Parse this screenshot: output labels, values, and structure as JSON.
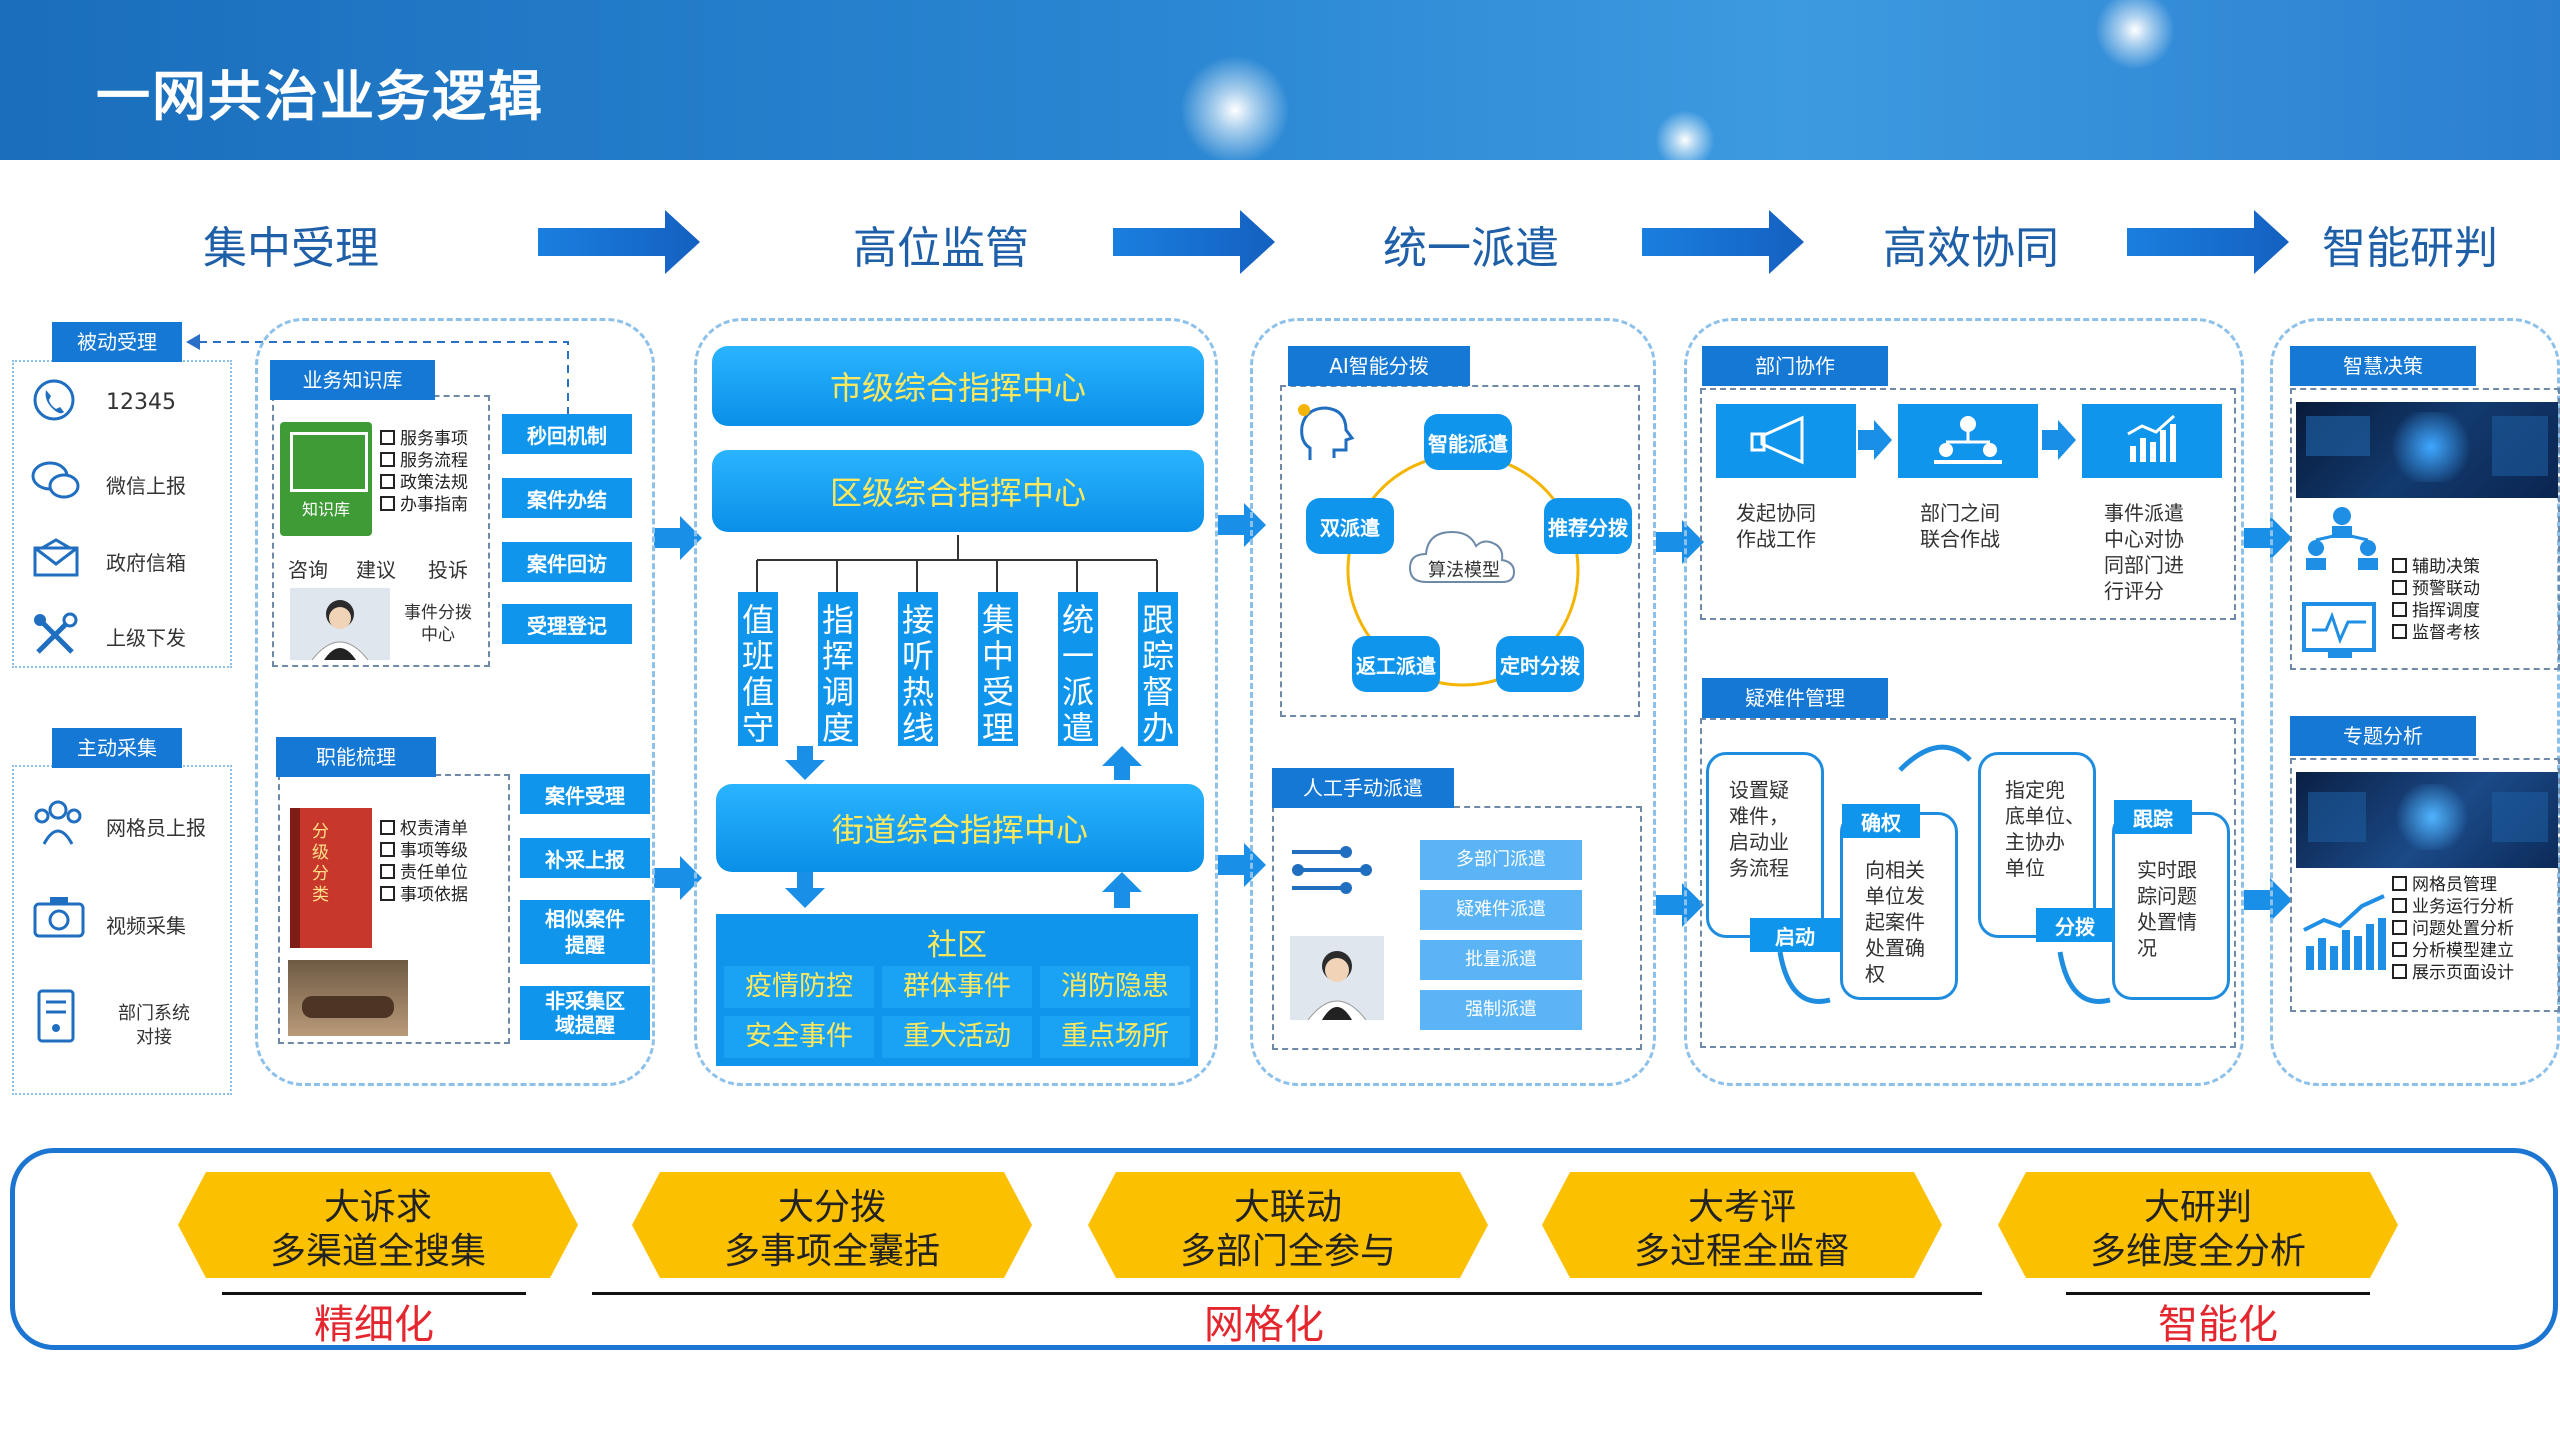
{
  "header": {
    "title": "一网共治业务逻辑"
  },
  "stages": [
    "集中受理",
    "高位监管",
    "统一派遣",
    "高效协同",
    "智能研判"
  ],
  "col1": {
    "passive_tag": "被动受理",
    "passive_items": [
      "12345",
      "微信上报",
      "政府信箱",
      "上级下发"
    ],
    "active_tag": "主动采集",
    "active_items": [
      "网格员上报",
      "视频采集",
      "部门系统\n对接"
    ],
    "kb_tag": "业务知识库",
    "kb_book": "知识库",
    "kb_list": [
      "服务事项",
      "服务流程",
      "政策法规",
      "办事指南"
    ],
    "kb_actions": [
      "咨询",
      "建议",
      "投诉"
    ],
    "kb_center": "事件分拨\n中心",
    "kb_buttons": [
      "秒回机制",
      "案件办结",
      "案件回访",
      "受理登记"
    ],
    "duty_tag": "职能梳理",
    "duty_book": "分级分类",
    "duty_list": [
      "权责清单",
      "事项等级",
      "责任单位",
      "事项依据"
    ],
    "duty_buttons": [
      "案件受理",
      "补采上报",
      "相似案件\n提醒",
      "非采集区\n域提醒"
    ]
  },
  "col2": {
    "city": "市级综合指挥中心",
    "district": "区级综合指挥中心",
    "columns": [
      "值班值守",
      "指挥调度",
      "接听热线",
      "集中受理",
      "统一派遣",
      "跟踪督办"
    ],
    "street": "街道综合指挥中心",
    "community": "社区",
    "community_items": [
      "疫情防控",
      "群体事件",
      "消防隐患",
      "安全事件",
      "重大活动",
      "重点场所"
    ]
  },
  "col3": {
    "ai_tag": "AI智能分拨",
    "ai_nodes": [
      "智能派遣",
      "推荐分拨",
      "定时分拨",
      "返工派遣",
      "双派遣"
    ],
    "ai_center": "算法模型",
    "manual_tag": "人工手动派遣",
    "manual_items": [
      "多部门派遣",
      "疑难件派遣",
      "批量派遣",
      "强制派遣"
    ]
  },
  "col4": {
    "coop_tag": "部门协作",
    "coop_captions": [
      "发起协同\n作战工作",
      "部门之间\n联合作战",
      "事件派遣\n中心对协\n同部门进\n行评分"
    ],
    "hard_tag": "疑难件管理",
    "hard_boxes": [
      "设置疑\n难件，\n启动业\n务流程",
      "向相关\n单位发\n起案件\n处置确\n权",
      "指定兜\n底单位、\n主协办\n单位",
      "实时跟\n踪问题\n处置情\n况"
    ],
    "hard_labels": [
      "启动",
      "确权",
      "分拨",
      "跟踪"
    ]
  },
  "col5": {
    "decision_tag": "智慧决策",
    "decision_list": [
      "辅助决策",
      "预警联动",
      "指挥调度",
      "监督考核"
    ],
    "analysis_tag": "专题分析",
    "analysis_list": [
      "网格员管理",
      "业务运行分析",
      "问题处置分析",
      "分析模型建立",
      "展示页面设计"
    ]
  },
  "bottom": {
    "hexes": [
      {
        "line1": "大诉求",
        "line2": "多渠道全搜集"
      },
      {
        "line1": "大分拨",
        "line2": "多事项全囊括"
      },
      {
        "line1": "大联动",
        "line2": "多部门全参与"
      },
      {
        "line1": "大考评",
        "line2": "多过程全监督"
      },
      {
        "line1": "大研判",
        "line2": "多维度全分析"
      }
    ],
    "labels": [
      "精细化",
      "网格化",
      "智能化"
    ]
  },
  "colors": {
    "header": "#1a6ebc",
    "accent": "#0f96ec",
    "hex": "#fbc000",
    "label": "#e4262e",
    "stage": "#1e5fa8"
  }
}
